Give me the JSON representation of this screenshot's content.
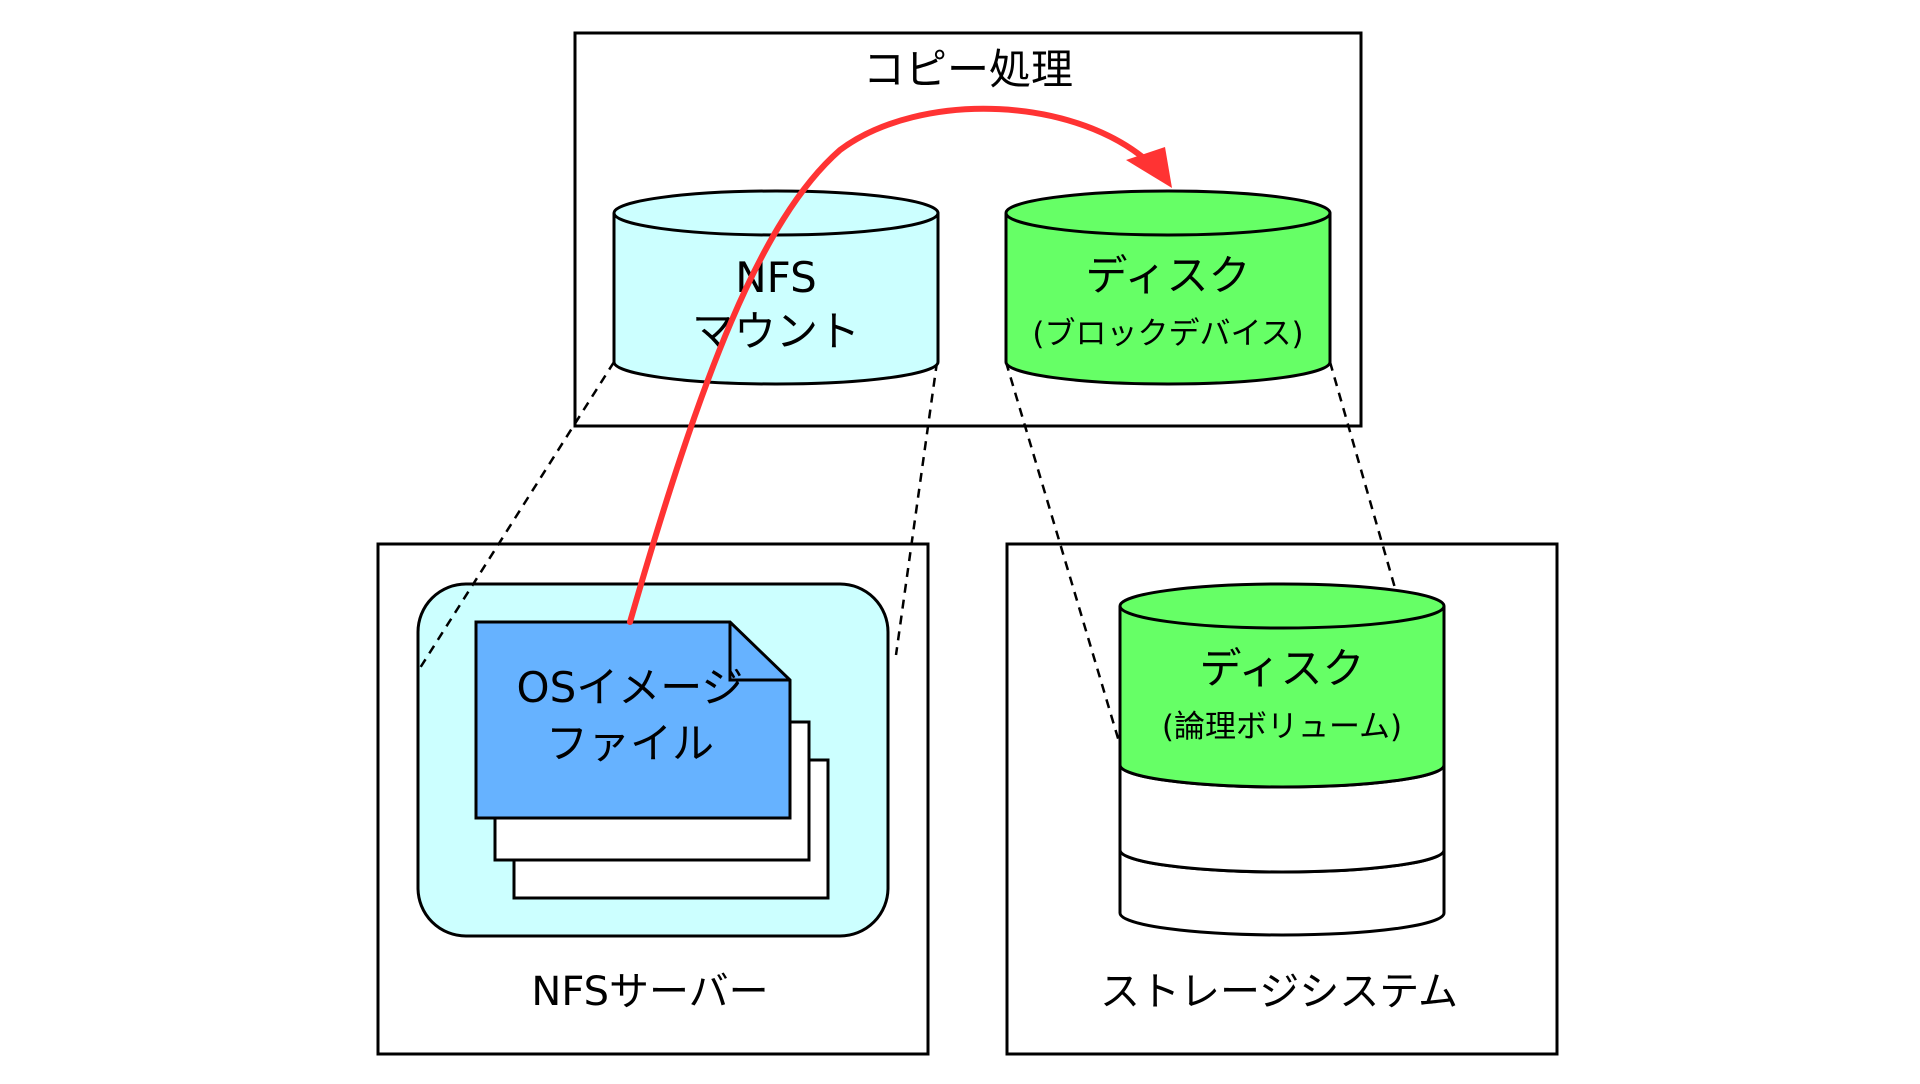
{
  "diagram": {
    "copy_box": {
      "title": "コピー処理"
    },
    "nfs_mount": {
      "line1": "NFS",
      "line2": "マウント",
      "color": "#ccffff"
    },
    "disk_block": {
      "line1": "ディスク",
      "line2": "(ブロックデバイス)",
      "color": "#66ff66"
    },
    "nfs_server": {
      "title": "NFSサーバー",
      "panel_color": "#ccffff"
    },
    "os_image": {
      "line1": "OSイメージ",
      "line2": "ファイル",
      "color": "#66b2ff"
    },
    "storage_system": {
      "title": "ストレージシステム"
    },
    "disk_logical": {
      "line1": "ディスク",
      "line2": "(論理ボリューム)",
      "color": "#66ff66"
    },
    "copy_arrow": {
      "color": "#ff3333"
    }
  }
}
